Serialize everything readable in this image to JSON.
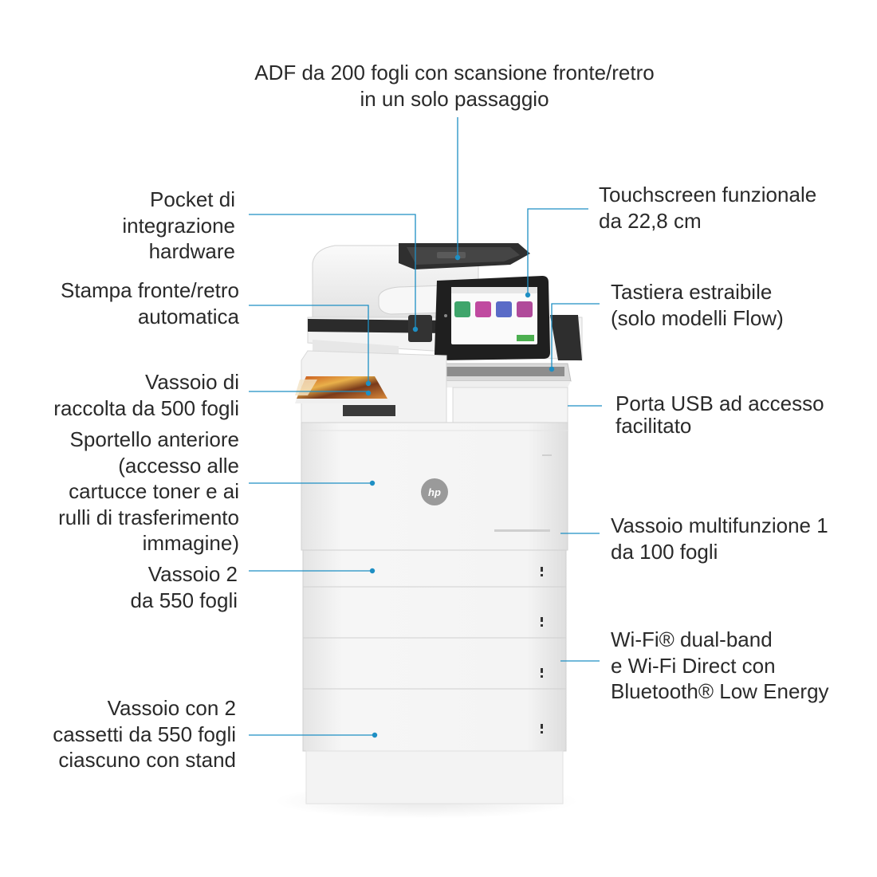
{
  "callouts": {
    "adf": [
      "ADF da 200 fogli con scansione fronte/retro",
      "in un solo passaggio"
    ],
    "pocket": [
      "Pocket di",
      "integrazione",
      "hardware"
    ],
    "duplex": [
      "Stampa fronte/retro",
      "automatica"
    ],
    "output_bin": [
      "Vassoio di",
      "raccolta da 500 fogli"
    ],
    "front_door": [
      "Sportello anteriore",
      "(accesso alle",
      "cartucce toner e ai",
      "rulli di trasferimento",
      "immagine)"
    ],
    "tray2": [
      "Vassoio 2",
      "da 550 fogli"
    ],
    "tray_stand": [
      "Vassoio con 2",
      "cassetti da 550 fogli",
      "ciascuno con stand"
    ],
    "touchscreen": [
      "Touchscreen funzionale",
      "da 22,8 cm"
    ],
    "keyboard": [
      "Tastiera estraibile",
      "(solo modelli Flow)"
    ],
    "usb": [
      "Porta USB ad accesso",
      "facilitato"
    ],
    "tray1": [
      "Vassoio multifunzione 1",
      "da 100 fogli"
    ],
    "wireless": [
      "Wi-Fi® dual-band",
      "e Wi-Fi Direct con",
      "Bluetooth® Low Energy"
    ]
  },
  "device": {
    "brand_logo": "hp"
  },
  "colors": {
    "leader_line": "#1e8fc4",
    "label_text": "#2a2a2a",
    "printer_body": "#f1f1f1",
    "printer_dark": "#2e2e2e"
  }
}
